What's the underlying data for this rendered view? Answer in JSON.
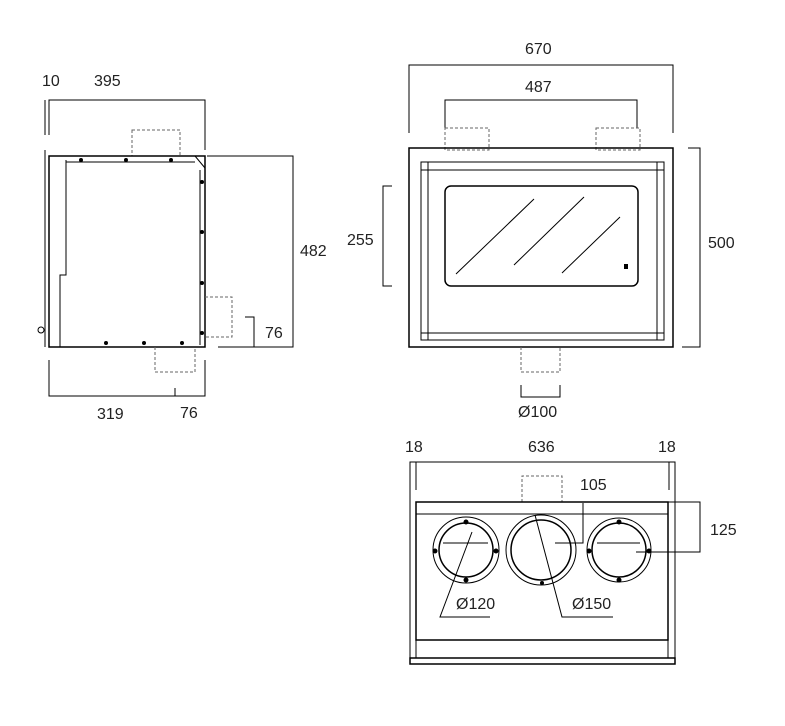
{
  "side_view": {
    "dim_front_offset": "10",
    "dim_depth_total": "395",
    "dim_height": "482",
    "dim_rear_outlet_height": "76",
    "dim_bottom_outlet_position": "319",
    "dim_bottom_outlet_offset": "76"
  },
  "front_view": {
    "dim_width_total": "670",
    "dim_outlet_spacing": "487",
    "dim_glass_height": "255",
    "dim_height": "500",
    "dim_bottom_outlet_diameter": "Ø100"
  },
  "top_view": {
    "dim_left_margin": "18",
    "dim_width": "636",
    "dim_right_margin": "18",
    "dim_center_offset": "105",
    "dim_depth_to_center": "125",
    "dim_side_outlet_diameter": "Ø120",
    "dim_center_outlet_diameter": "Ø150"
  }
}
